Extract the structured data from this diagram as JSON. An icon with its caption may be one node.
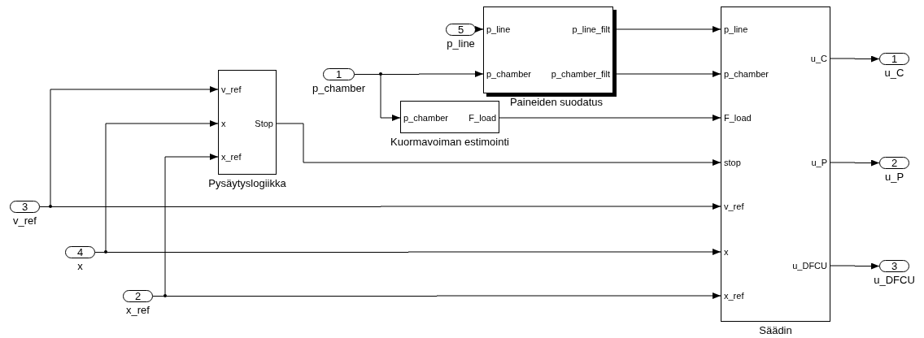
{
  "diagram": {
    "nodes": [
      {
        "text": [
          "5"
        ],
        "beside": [
          "p_line"
        ]
      },
      {
        "text": [
          "p_line",
          "p_line_filt",
          "p_chamber",
          "p_chamber_filt",
          "Paineiden suodatus"
        ]
      },
      {
        "text": [
          "p_line",
          "u_C",
          "p_chamber",
          "F_load",
          "stop",
          "u_P",
          "v_ref",
          "x",
          "u_DFCU",
          "x_ref",
          "Säädin"
        ]
      },
      {
        "text": [
          "1"
        ],
        "beside": [
          "u_C"
        ]
      },
      {
        "text": [
          "1"
        ],
        "beside": [
          "p_chamber"
        ]
      },
      {
        "text": [
          "p_chamber",
          "F_load",
          "Kuormavoiman estimointi"
        ]
      },
      {
        "text": [
          "v_ref",
          "x",
          "Stop",
          "x_ref",
          "Pysäytyslogiikka"
        ]
      },
      {
        "text": [
          "2"
        ],
        "beside": [
          "u_P"
        ]
      },
      {
        "text": [
          "3"
        ],
        "beside": [
          "v_ref"
        ]
      },
      {
        "text": [
          "4"
        ],
        "beside": [
          "x"
        ]
      },
      {
        "text": [
          "3"
        ],
        "beside": [
          "u_DFCU"
        ]
      },
      {
        "text": [
          "2"
        ],
        "beside": [
          "x_ref"
        ]
      }
    ],
    "edges": [
      {
        "from": 0,
        "to": 1,
        "arrow": "to"
      },
      {
        "from": 1,
        "to": 2,
        "arrow": "to"
      },
      {
        "from": 4,
        "to": 1,
        "arrow": "to"
      },
      {
        "from": 1,
        "to": 2,
        "arrow": "to"
      },
      {
        "from": 2,
        "to": 3,
        "arrow": "to"
      },
      {
        "from": 4,
        "to": 5,
        "arrow": "to"
      },
      {
        "from": 5,
        "to": 2,
        "arrow": "to"
      },
      {
        "from": 6,
        "to": 2,
        "arrow": "to"
      },
      {
        "from": 2,
        "to": 7,
        "arrow": "to"
      },
      {
        "from": 8,
        "to": 6,
        "arrow": "to"
      },
      {
        "from": 8,
        "to": 2,
        "arrow": "to"
      },
      {
        "from": 9,
        "to": 6,
        "arrow": "to"
      },
      {
        "from": 9,
        "to": 2,
        "arrow": "to"
      },
      {
        "from": 2,
        "to": 10,
        "arrow": "to"
      },
      {
        "from": 11,
        "to": 6,
        "arrow": "to"
      },
      {
        "from": 11,
        "to": 2,
        "arrow": "to"
      }
    ]
  }
}
